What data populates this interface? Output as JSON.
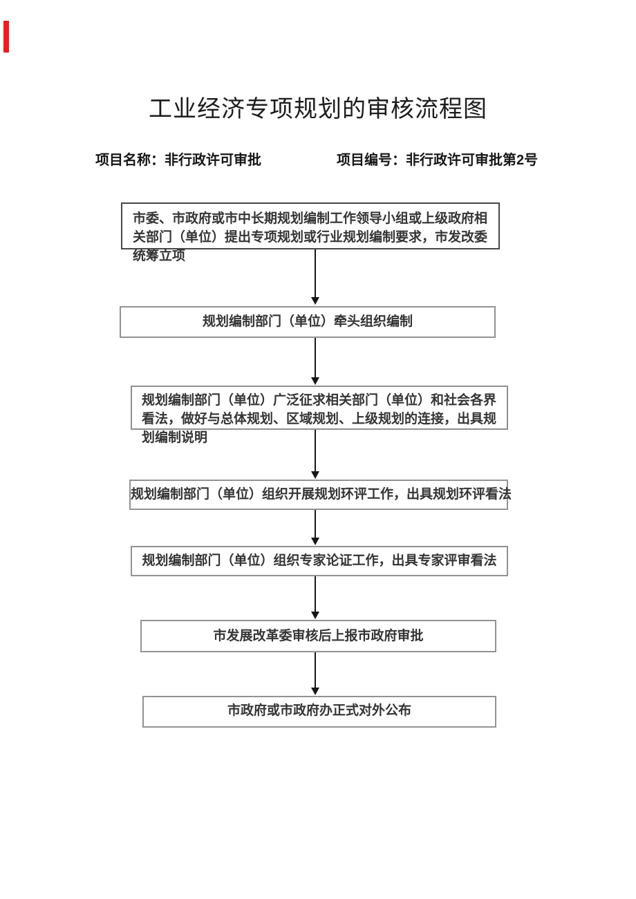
{
  "document": {
    "title": "工业经济专项规划的审核流程图",
    "project_name": "项目名称：非行政许可审批",
    "project_number": "项目编号：非行政许可审批第2号"
  },
  "flowchart": {
    "connector_style": "down-arrow",
    "steps": [
      {
        "text": "市委、市政府或市中长期规划编制工作领导小组或上级政府相关部门（单位）提出专项规划或行业规划编制要求，市发改委统筹立项"
      },
      {
        "text": "规划编制部门（单位）牵头组织编制"
      },
      {
        "text": "规划编制部门（单位）广泛征求相关部门（单位）和社会各界看法，做好与总体规划、区域规划、上级规划的连接，出具规划编制说明"
      },
      {
        "text": "规划编制部门（单位）组织开展规划环评工作，出具规划环评看法"
      },
      {
        "text": "规划编制部门（单位）组织专家论证工作，出具专家评审看法"
      },
      {
        "text": "市发展改革委审核后上报市政府审批"
      },
      {
        "text": "市政府或市政府办正式对外公布"
      }
    ]
  },
  "colors": {
    "page_background": "#ffffff",
    "text": "#343434",
    "box_border_primary": "#474747",
    "box_border_secondary": "#929292",
    "arrow": "#161616",
    "revision_marker": "#ee1c1c"
  }
}
